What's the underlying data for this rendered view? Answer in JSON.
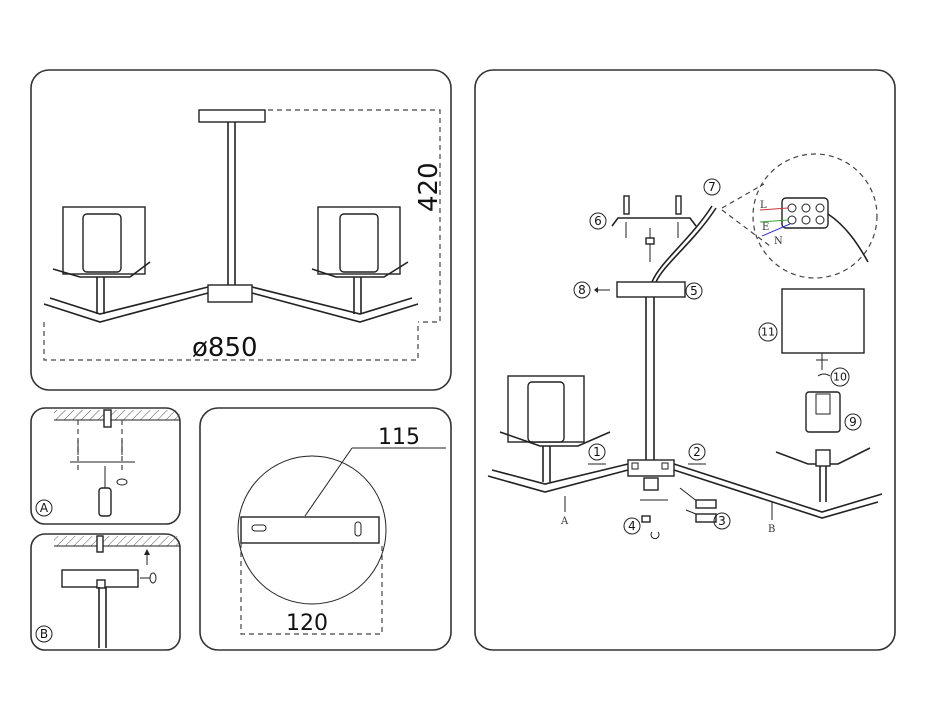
{
  "dimensions": {
    "height_label": "420",
    "diameter_label": "ø850",
    "plate_height_label": "115",
    "plate_width_label": "120"
  },
  "step_labels": {
    "a": "A",
    "b": "B"
  },
  "part_numbers": [
    "1",
    "2",
    "3",
    "4",
    "5",
    "6",
    "7",
    "8",
    "9",
    "10",
    "11"
  ],
  "arm_labels": {
    "left": "A",
    "right": "B"
  },
  "wire_labels": {
    "l": "L",
    "e": "E",
    "n": "N"
  }
}
